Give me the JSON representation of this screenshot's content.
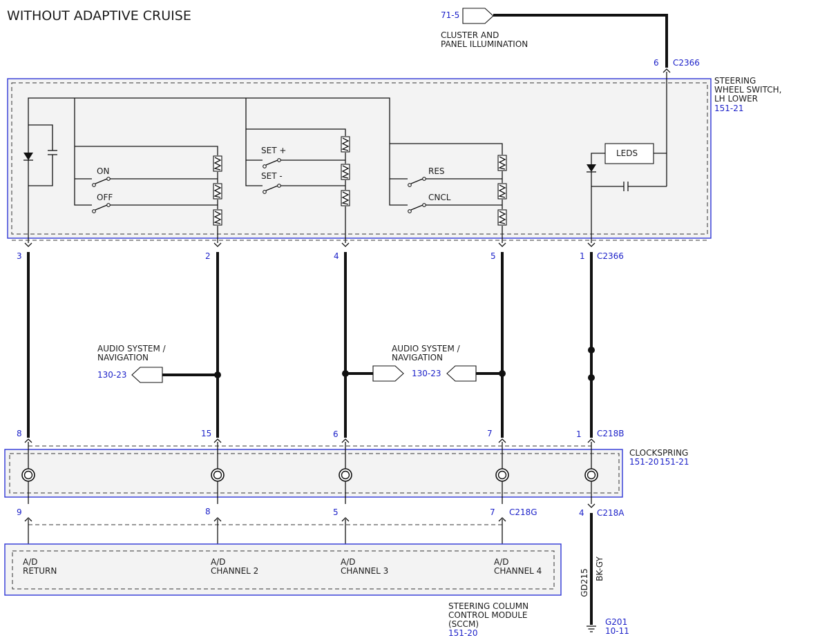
{
  "title": "WITHOUT ADAPTIVE CRUISE",
  "cluster": {
    "ref": "71-5",
    "line1": "CLUSTER AND",
    "line2": "PANEL ILLUMINATION"
  },
  "top_pin": {
    "num": "6",
    "connector": "C2366"
  },
  "swc": {
    "line1": "STEERING",
    "line2": "WHEEL SWITCH,",
    "line3": "LH LOWER",
    "ref": "151-21"
  },
  "switches": {
    "on": "ON",
    "off": "OFF",
    "set_plus": "SET +",
    "set_minus": "SET -",
    "res": "RES",
    "cncl": "CNCL",
    "leds": "LEDS"
  },
  "c2366_pins": {
    "p3": "3",
    "p2": "2",
    "p4": "4",
    "p5": "5",
    "p1": "1",
    "connector": "C2366"
  },
  "audio1": {
    "line1": "AUDIO SYSTEM /",
    "line2": "NAVIGATION",
    "ref": "130-23"
  },
  "audio2": {
    "line1": "AUDIO SYSTEM /",
    "line2": "NAVIGATION",
    "ref": "130-23"
  },
  "c218b_pins": {
    "p8": "8",
    "p15": "15",
    "p6": "6",
    "p7": "7",
    "p1": "1",
    "connector": "C218B"
  },
  "clockspring": {
    "label": "CLOCKSPRING",
    "ref1": "151-20",
    "ref2": "151-21"
  },
  "c218g_pins": {
    "p9": "9",
    "p8": "8",
    "p5": "5",
    "p7": "7",
    "connector": "C218G"
  },
  "c218a_pin": {
    "num": "4",
    "connector": "C218A"
  },
  "sccm": {
    "ad1_line1": "A/D",
    "ad1_line2": "RETURN",
    "ad2_line1": "A/D",
    "ad2_line2": "CHANNEL 2",
    "ad3_line1": "A/D",
    "ad3_line2": "CHANNEL 3",
    "ad4_line1": "A/D",
    "ad4_line2": "CHANNEL 4",
    "line1": "STEERING COLUMN",
    "line2": "CONTROL MODULE",
    "line3": "(SCCM)",
    "ref": "151-20"
  },
  "ground_wire": {
    "circuit": "GD215",
    "color": "BK-GY"
  },
  "ground": {
    "name": "G201",
    "ref": "10-11"
  },
  "colors": {
    "ink": "#111111",
    "reference_blue": "#1a1fc8",
    "component_border": "#2d35d6",
    "component_fill": "#f3f3f3"
  }
}
